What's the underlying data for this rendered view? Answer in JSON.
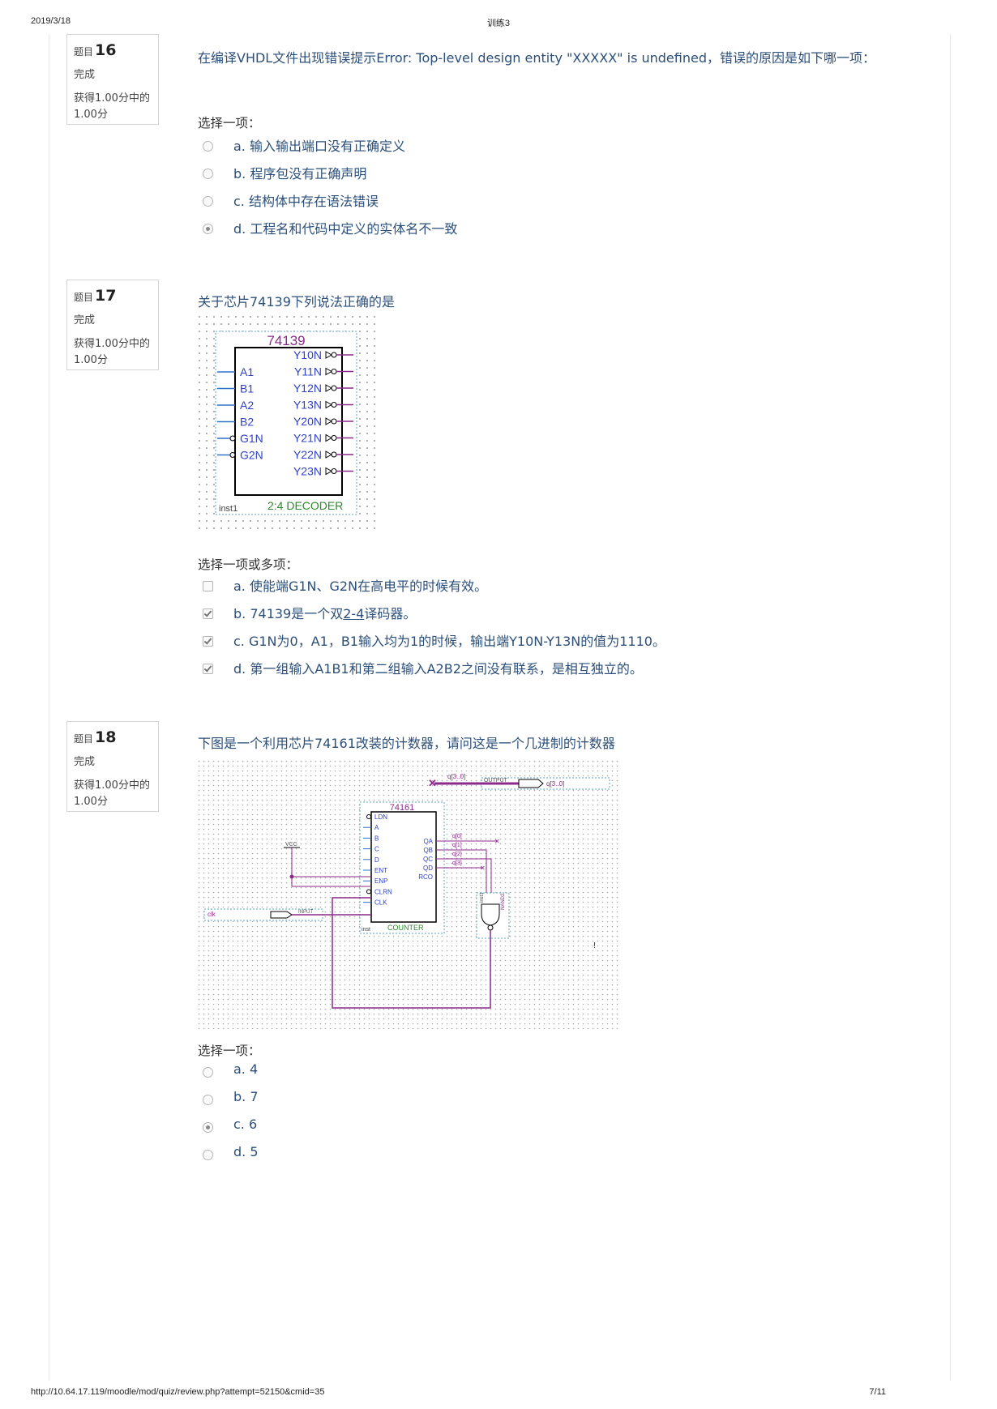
{
  "header": {
    "date": "2019/3/18",
    "title": "训练3"
  },
  "footer": {
    "url": "http://10.64.17.119/moodle/mod/quiz/review.php?attempt=52150&cmid=35",
    "page": "7/11"
  },
  "questions": [
    {
      "label": "题目",
      "number": "16",
      "state": "完成",
      "grade_line1": "获得1.00分中的",
      "grade_line2": "1.00分",
      "text": "在编译VHDL文件出现错误提示Error: Top-level design entity \"XXXXX\" is undefined，错误的原因是如下哪一项：",
      "prompt": "选择一项：",
      "type": "radio",
      "options": [
        {
          "label": "a. 输入输出端口没有正确定义",
          "checked": false
        },
        {
          "label": "b. 程序包没有正确声明",
          "checked": false
        },
        {
          "label": "c. 结构体中存在语法错误",
          "checked": false
        },
        {
          "label": "d. 工程名和代码中定义的实体名不一致",
          "checked": true
        }
      ]
    },
    {
      "label": "题目",
      "number": "17",
      "state": "完成",
      "grade_line1": "获得1.00分中的",
      "grade_line2": "1.00分",
      "text": "关于芯片74139下列说法正确的是",
      "prompt": "选择一项或多项：",
      "type": "checkbox",
      "diagram": {
        "chip": "74139",
        "inputs": [
          "A1",
          "B1",
          "A2",
          "B2",
          "G1N",
          "G2N"
        ],
        "outputs": [
          "Y10N",
          "Y11N",
          "Y12N",
          "Y13N",
          "Y20N",
          "Y21N",
          "Y22N",
          "Y23N"
        ],
        "instance": "inst1",
        "caption": "2:4 DECODER"
      },
      "options": [
        {
          "label": "a. 使能端G1N、G2N在高电平的时候有效。",
          "checked": false
        },
        {
          "label_pre": "b. 74139是一个双",
          "label_link": "2-4",
          "label_post": "译码器。",
          "checked": true
        },
        {
          "label": "c. G1N为0，A1，B1输入均为1的时候，输出端Y10N-Y13N的值为1110。",
          "checked": true
        },
        {
          "label": "d. 第一组输入A1B1和第二组输入A2B2之间没有联系，是相互独立的。",
          "checked": true
        }
      ]
    },
    {
      "label": "题目",
      "number": "18",
      "state": "完成",
      "grade_line1": "获得1.00分中的",
      "grade_line2": "1.00分",
      "text": "下图是一个利用芯片74161改装的计数器，请问这是一个几进制的计数器",
      "prompt": "选择一项：",
      "type": "radio",
      "diagram": {
        "chip": "74161",
        "inputs": [
          "LDN",
          "A",
          "B",
          "C",
          "D",
          "ENT",
          "ENP",
          "CLRN",
          "CLK"
        ],
        "outputs": [
          "QA",
          "QB",
          "QC",
          "QD",
          "RCO"
        ],
        "instance": "inst",
        "caption": "COUNTER",
        "bus": "q[3..0]",
        "bus_in": "q[3..0]",
        "output_pin": "OUTPUT",
        "input_pin": "INPUT",
        "clk": "clk",
        "vcc": "VCC",
        "gate": "NAND2",
        "gate_inst": "inst1",
        "nets": [
          "q[0]",
          "q[1]",
          "q[2]",
          "q[3]"
        ]
      },
      "options": [
        {
          "label": "a. 4",
          "checked": false
        },
        {
          "label": "b. 7",
          "checked": false
        },
        {
          "label": "c. 6",
          "checked": true
        },
        {
          "label": "d. 5",
          "checked": false
        }
      ]
    }
  ]
}
